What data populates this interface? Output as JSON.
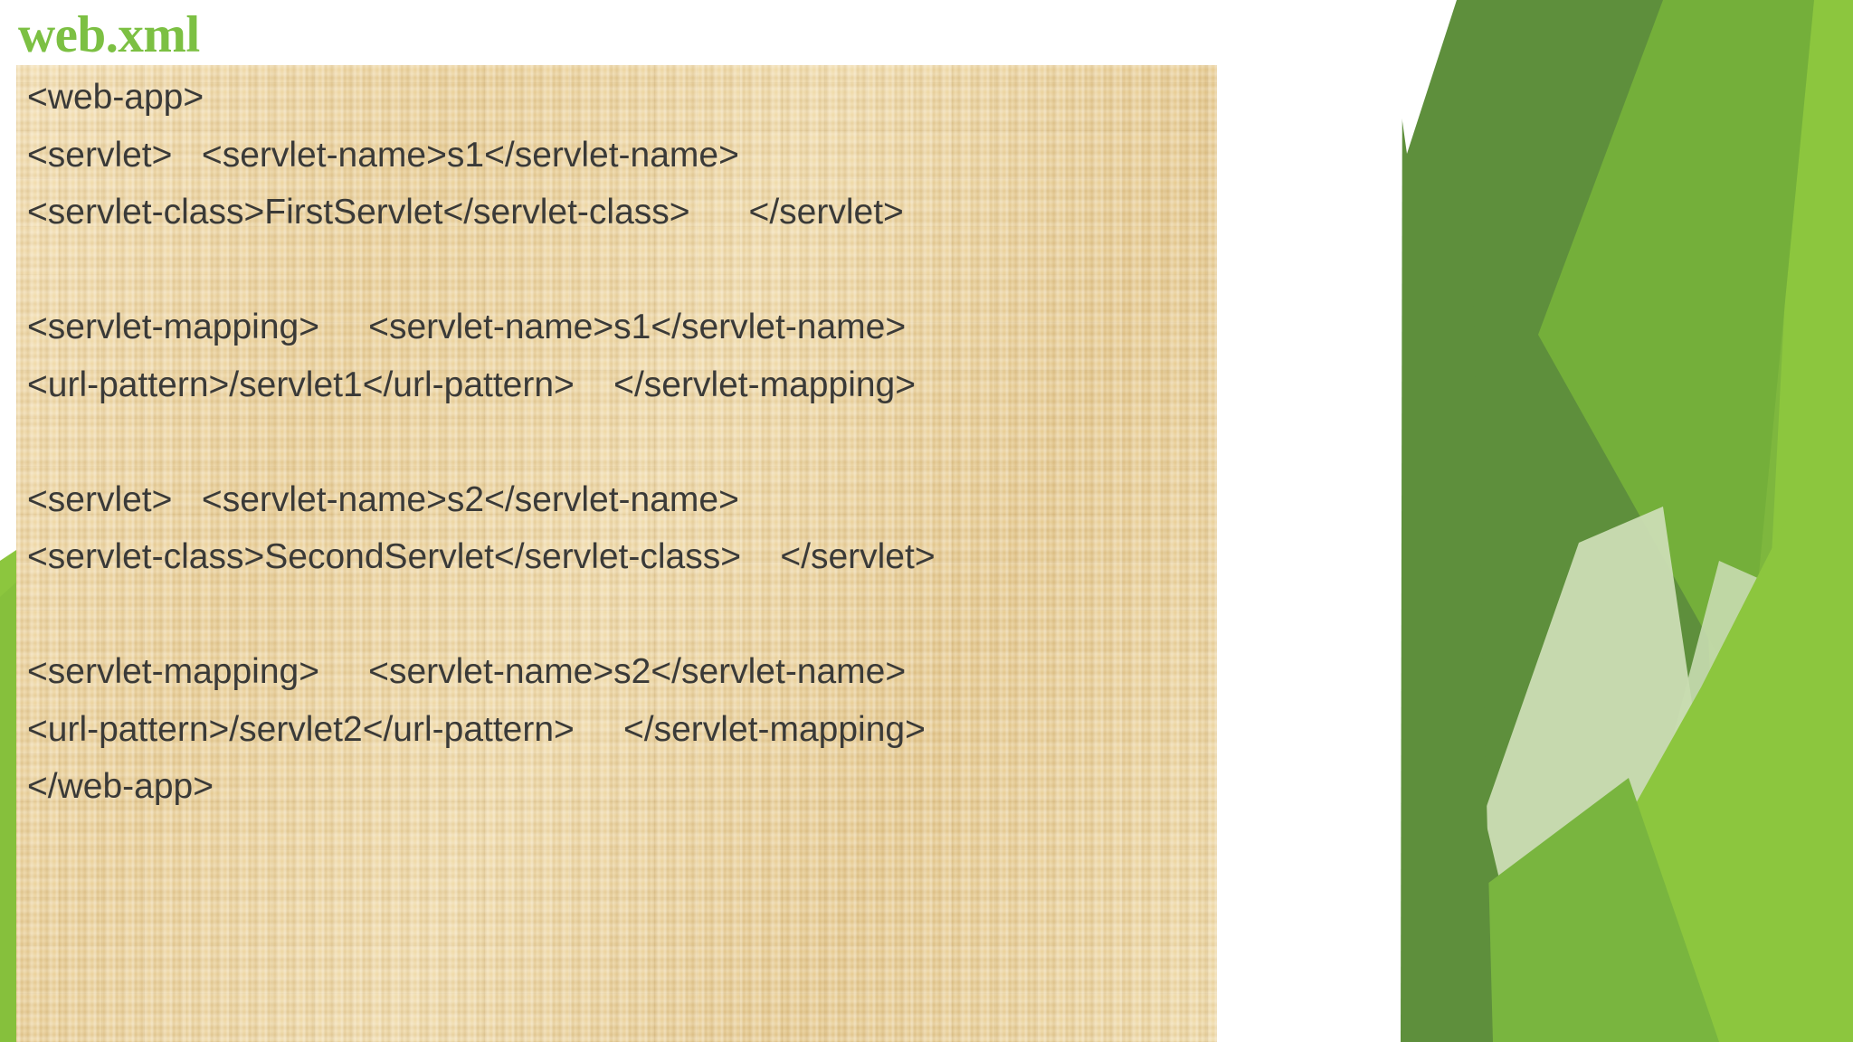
{
  "slide": {
    "title": "web.xml",
    "title_color": "#7CC043",
    "background_color": "#FFFFFF",
    "panel_color": "#EBD29B",
    "code_text_color": "#3A3A38",
    "accent_colors": {
      "bright_green": "#8CC63E",
      "mid_green": "#6FA83C",
      "dark_green": "#5E8F3C",
      "pale_green": "#BFD9A6",
      "light_green": "#A8CC7E"
    }
  },
  "code": {
    "language": "xml",
    "lines": [
      "<web-app>",
      "<servlet>   <servlet-name>s1</servlet-name>",
      "<servlet-class>FirstServlet</servlet-class>      </servlet>",
      "",
      "<servlet-mapping>     <servlet-name>s1</servlet-name>",
      "<url-pattern>/servlet1</url-pattern>    </servlet-mapping>",
      "",
      "<servlet>   <servlet-name>s2</servlet-name>",
      "<servlet-class>SecondServlet</servlet-class>    </servlet>",
      "",
      "<servlet-mapping>     <servlet-name>s2</servlet-name>",
      "<url-pattern>/servlet2</url-pattern>     </servlet-mapping>",
      "</web-app>"
    ]
  }
}
